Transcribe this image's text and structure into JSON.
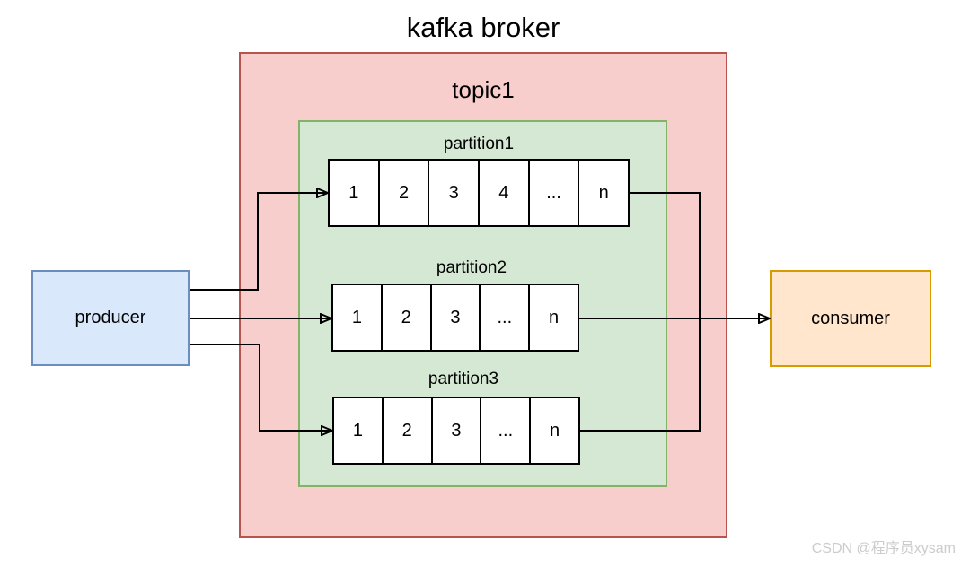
{
  "diagram": {
    "title": "kafka broker",
    "broker": {
      "topic_label": "topic1",
      "partitions": [
        {
          "label": "partition1",
          "cells": [
            "1",
            "2",
            "3",
            "4",
            "...",
            "n"
          ]
        },
        {
          "label": "partition2",
          "cells": [
            "1",
            "2",
            "3",
            "...",
            "n"
          ]
        },
        {
          "label": "partition3",
          "cells": [
            "1",
            "2",
            "3",
            "...",
            "n"
          ]
        }
      ]
    },
    "producer": {
      "label": "producer"
    },
    "consumer": {
      "label": "consumer"
    },
    "watermark": "CSDN @程序员xysam",
    "colors": {
      "broker_fill": "#f8cecc",
      "broker_stroke": "#b85450",
      "partitions_fill": "#d5e8d4",
      "partitions_stroke": "#82b366",
      "producer_fill": "#dae8fc",
      "producer_stroke": "#6c8ebf",
      "consumer_fill": "#ffe6cc",
      "consumer_stroke": "#d79b00",
      "cell_fill": "#ffffff",
      "line": "#000000",
      "watermark_text": "#cccccc"
    }
  }
}
